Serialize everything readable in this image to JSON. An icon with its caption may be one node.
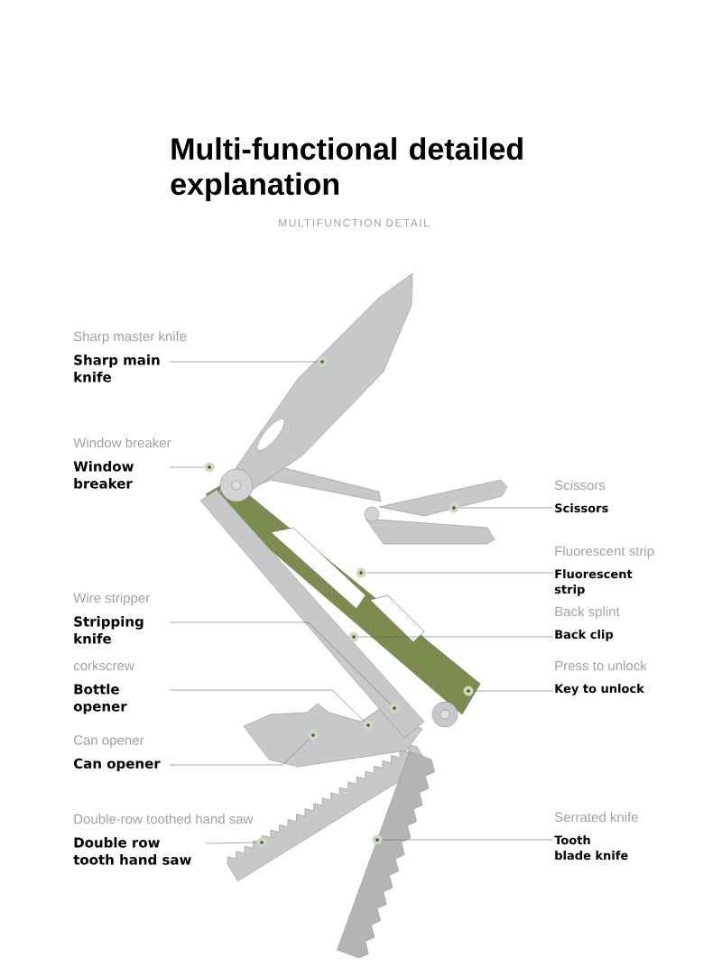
{
  "diagram": {
    "title": "Multi-functional detailed explanation",
    "nodes": [
      {
        "text": [
          "Sharp master knife",
          "Sharp main knife"
        ]
      },
      {
        "text": [
          "Window breaker",
          "Window breaker"
        ]
      },
      {
        "text": [
          "Scissors",
          "Scissors"
        ]
      },
      {
        "text": [
          "Fluorescent strip",
          "Fluorescent strip"
        ]
      },
      {
        "text": [
          "Wire stripper",
          "Stripping knife"
        ]
      },
      {
        "text": [
          "Back splint",
          "Back clip"
        ]
      },
      {
        "text": [
          "corkscrew",
          "Bottle opener"
        ]
      },
      {
        "text": [
          "Press to unlock",
          "Key to unlock"
        ]
      },
      {
        "text": [
          "Can opener",
          "Can opener"
        ]
      },
      {
        "text": [
          "Double-row toothed hand saw",
          "Double row tooth hand saw"
        ]
      },
      {
        "text": [
          "Serrated knife",
          "Tooth blade knife"
        ]
      },
      {
        "text": [],
        "shape": "circle"
      },
      {
        "text": [],
        "shape": "circle"
      },
      {
        "text": [],
        "shape": "circle"
      },
      {
        "text": [],
        "shape": "circle"
      },
      {
        "text": [],
        "shape": "circle"
      },
      {
        "text": [],
        "shape": "circle"
      },
      {
        "text": [],
        "shape": "circle"
      },
      {
        "text": [],
        "shape": "circle"
      },
      {
        "text": [],
        "shape": "circle"
      },
      {
        "text": [],
        "shape": "circle"
      },
      {
        "text": [],
        "shape": "circle"
      }
    ],
    "edges": [
      {
        "from": 0,
        "to": 11,
        "arrow": "none"
      },
      {
        "from": 1,
        "to": 12,
        "arrow": "none"
      },
      {
        "from": 2,
        "to": 13,
        "arrow": "none"
      },
      {
        "from": 3,
        "to": 14,
        "arrow": "none"
      },
      {
        "from": 4,
        "to": 15,
        "arrow": "none"
      },
      {
        "from": 5,
        "to": 16,
        "arrow": "none"
      },
      {
        "from": 6,
        "to": 17,
        "arrow": "none"
      },
      {
        "from": 7,
        "to": 18,
        "arrow": "none"
      },
      {
        "from": 8,
        "to": 19,
        "arrow": "none"
      },
      {
        "from": 9,
        "to": 20,
        "arrow": "none"
      },
      {
        "from": 10,
        "to": 21,
        "arrow": "none"
      }
    ],
    "labels": [
      "MULTIFUNCTION DETAIL"
    ]
  }
}
